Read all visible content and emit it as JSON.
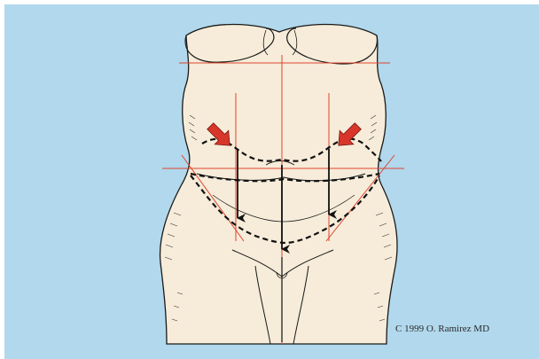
{
  "copyright": "C 1999 O. Ramirez MD",
  "colors": {
    "background": "#b1d8ec",
    "skin": "#f6ecd9",
    "skin_shadow": "#e9dcc4",
    "guide_line": "#e0452f",
    "marker_line": "#111111",
    "indicator_arrow": "#d8362a"
  },
  "marks": {
    "downward_arrows": 3,
    "indicator_arrows": 2,
    "dashed_incision_lines": 2
  }
}
